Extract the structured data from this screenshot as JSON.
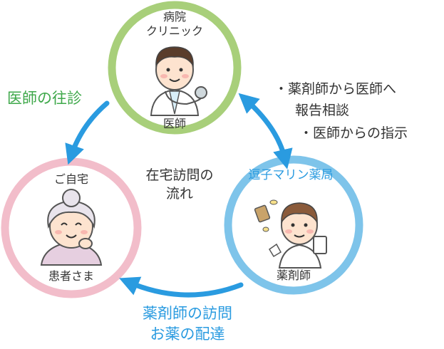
{
  "colors": {
    "hospital_ring": "#a8cf7a",
    "home_ring": "#f2bdca",
    "pharmacy_ring": "#7ec4ea",
    "arrow": "#2a9be0",
    "green_label": "#3ea84a",
    "blue_label": "#2a9be0",
    "dark_text": "#333333"
  },
  "center": {
    "line1": "在宅訪問の",
    "line2": "流れ"
  },
  "nodes": {
    "hospital": {
      "title_line1": "病院",
      "title_line2": "クリニック",
      "role": "医師",
      "icon": "doctor-icon"
    },
    "home": {
      "title": "ご自宅",
      "role": "患者さま",
      "icon": "elderly-patient-icon"
    },
    "pharmacy": {
      "title": "逗子マリン薬局",
      "role": "薬剤師",
      "icon": "pharmacist-icon"
    }
  },
  "flows": {
    "doctor_visit": "医師の往診",
    "pharmacist_to_doctor": {
      "bullet1_line1": "・薬剤師から医師へ",
      "bullet1_line2": "報告相談",
      "bullet2": "・医師からの指示"
    },
    "pharmacist_visit": {
      "line1": "薬剤師の訪問",
      "line2": "お薬の配達"
    }
  }
}
